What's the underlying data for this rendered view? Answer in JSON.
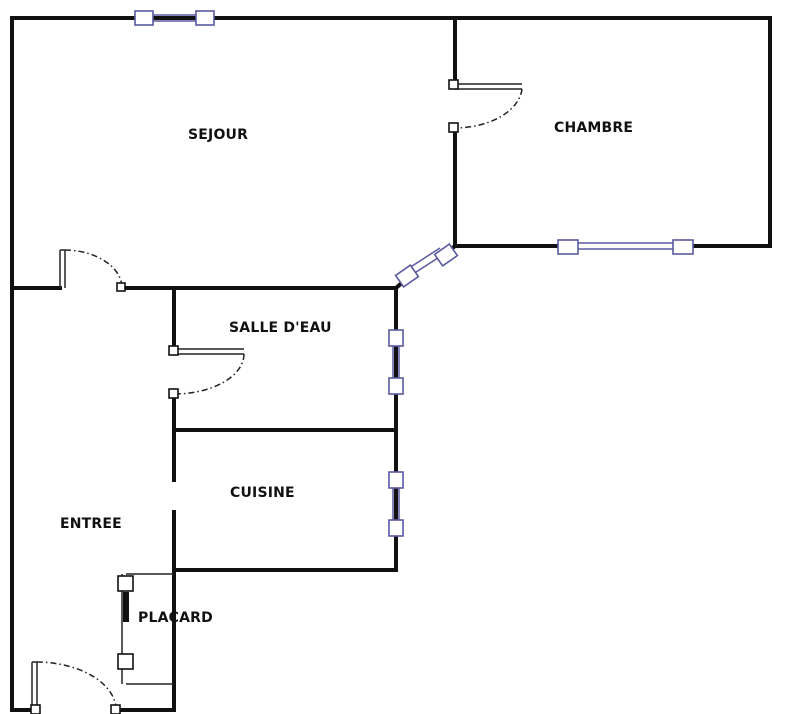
{
  "rooms": {
    "sejour": "SEJOUR",
    "chambre": "CHAMBRE",
    "salle_deau": "SALLE D'EAU",
    "cuisine": "CUISINE",
    "entree": "ENTREE",
    "placard": "PLACARD"
  },
  "colors": {
    "wall": "#111111",
    "window": "#5a5aa0",
    "background": "#ffffff"
  }
}
